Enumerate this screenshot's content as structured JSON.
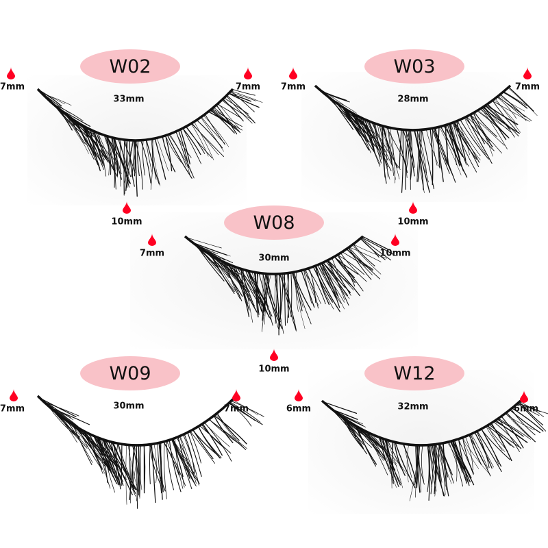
{
  "colors": {
    "pill": "#f9c2c8",
    "drop": "#ff0022",
    "text": "#111111"
  },
  "products": [
    {
      "code": "W02",
      "length": "33mm",
      "left": "7mm",
      "right": "7mm",
      "center": "10mm"
    },
    {
      "code": "W03",
      "length": "28mm",
      "left": "7mm",
      "right": "7mm",
      "center": "10mm"
    },
    {
      "code": "W08",
      "length": "30mm",
      "left": "7mm",
      "right": "10mm",
      "center": "10mm"
    },
    {
      "code": "W09",
      "length": "30mm",
      "left": "7mm",
      "right": "7mm"
    },
    {
      "code": "W12",
      "length": "32mm",
      "left": "6mm",
      "right": "6mm"
    }
  ],
  "icon": "red-drop-icon"
}
